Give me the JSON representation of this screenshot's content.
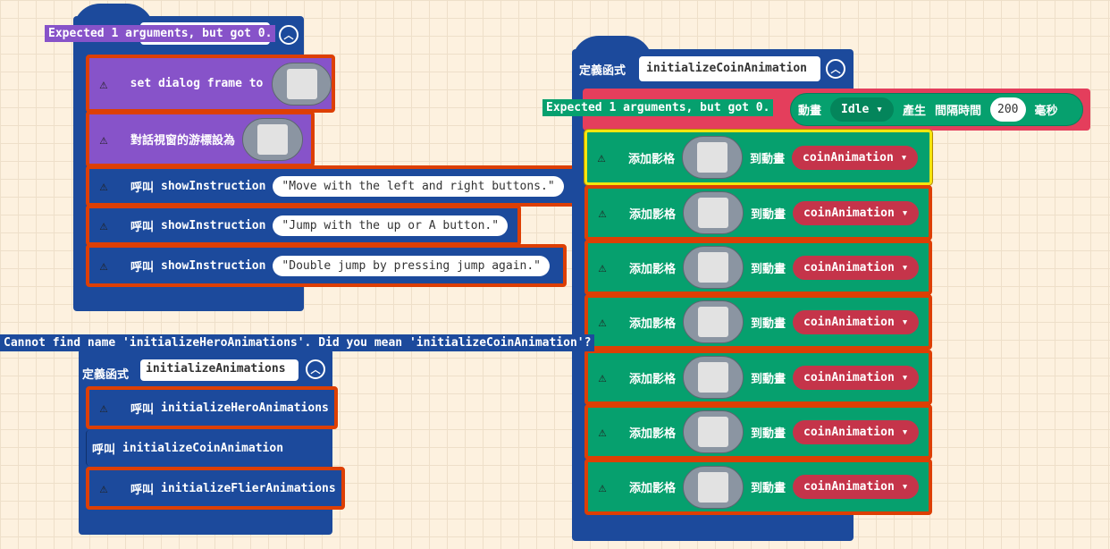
{
  "colors": {
    "function": "#1c4a9c",
    "dialog": "#8753c9",
    "animation": "#06a06e",
    "sprite": "#e43e5c",
    "error_border": "#dd3f04",
    "selected_border": "#f5e60e"
  },
  "block1": {
    "tooltip": "Expected 1 arguments, but got 0.",
    "set_frame": "set dialog frame to",
    "set_cursor": "對話視窗的游標設為",
    "call_label": "呼叫",
    "fn_name": "showInstruction",
    "instructions": [
      "\"Move with the left and right buttons.\"",
      "\"Jump with the up or A button.\"",
      "\"Double jump by pressing jump again.\""
    ]
  },
  "block2": {
    "tooltip": "Cannot find name 'initializeHeroAnimations'. Did you mean 'initializeCoinAnimation'?",
    "define_label": "定義函式",
    "name": "initializeAnimations",
    "call_label": "呼叫",
    "calls": [
      "initializeHeroAnimations",
      "initializeCoinAnimation",
      "initializeFlierAnimations"
    ]
  },
  "block3": {
    "define_label": "定義函式",
    "name": "initializeCoinAnimation",
    "tooltip": "Expected 1 arguments, but got 0.",
    "anim_label": "動畫",
    "anim_type": "Idle",
    "create_label": "產生",
    "interval_label": "間隔時間",
    "interval": "200",
    "ms_label": "毫秒",
    "add_frame_label": "添加影格",
    "to_anim_label": "到動畫",
    "anim_var": "coinAnimation",
    "frame_count": 7
  }
}
